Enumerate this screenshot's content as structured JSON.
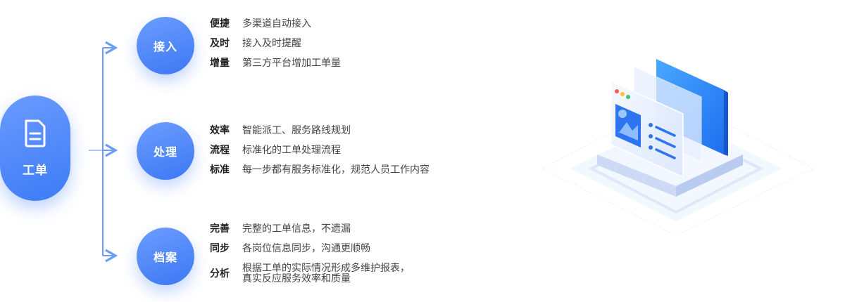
{
  "root": {
    "label": "工单",
    "icon": "document-icon"
  },
  "branches": [
    {
      "title": "接入",
      "items": [
        {
          "key": "便捷",
          "value": "多渠道自动接入"
        },
        {
          "key": "及时",
          "value": "接入及时提醒"
        },
        {
          "key": "增量",
          "value": "第三方平台增加工单量"
        }
      ]
    },
    {
      "title": "处理",
      "items": [
        {
          "key": "效率",
          "value": "智能派工、服务路线规划"
        },
        {
          "key": "流程",
          "value": "标准化的工单处理流程"
        },
        {
          "key": "标准",
          "value": "每一步都有服务标准化，规范人员工作内容"
        }
      ]
    },
    {
      "title": "档案",
      "items": [
        {
          "key": "完善",
          "value": "完整的工单信息，不遗漏"
        },
        {
          "key": "同步",
          "value": "各岗位信息同步，沟通更顺畅"
        },
        {
          "key": "分析",
          "value_line1": "根据工单的实际情况形成多维护报表，",
          "value_line2": "真实反应服务效率和质量"
        }
      ]
    }
  ],
  "colors": {
    "primary": "#3d7bf6",
    "primary_light": "#6a9bff",
    "connector": "#6b9cf8"
  }
}
